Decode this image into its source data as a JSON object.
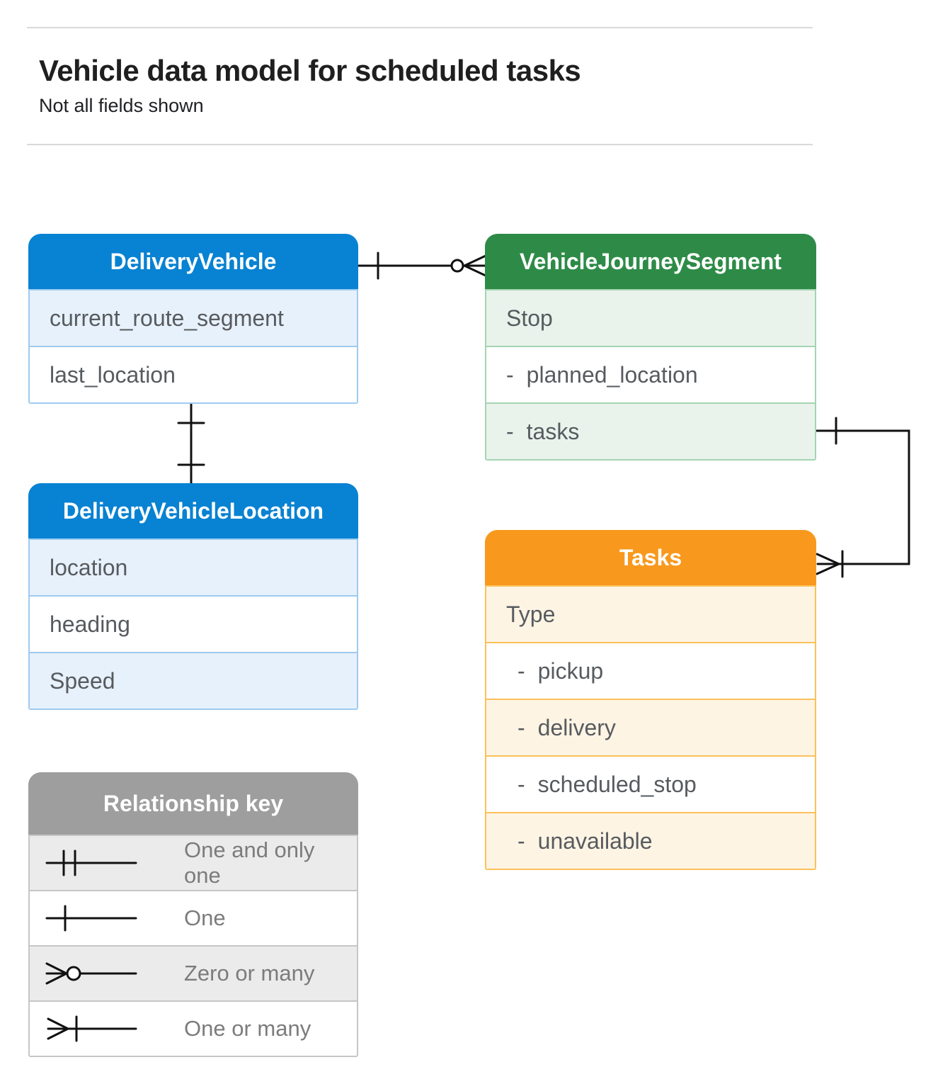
{
  "page": {
    "title": "Vehicle data model for scheduled tasks",
    "subtitle": "Not all fields shown"
  },
  "entities": [
    {
      "title": "DeliveryVehicle",
      "theme_color": "#0882d2",
      "rows": [
        {
          "label": "current_route_segment"
        },
        {
          "label": "last_location"
        }
      ]
    },
    {
      "title": "VehicleJourneySegment",
      "theme_color": "#2e8b47",
      "rows": [
        {
          "label": "Stop"
        },
        {
          "dash": "-",
          "label": "planned_location"
        },
        {
          "dash": "-",
          "label": "tasks"
        }
      ]
    },
    {
      "title": "DeliveryVehicleLocation",
      "theme_color": "#0882d2",
      "rows": [
        {
          "label": "location"
        },
        {
          "label": "heading"
        },
        {
          "label": "Speed"
        }
      ]
    },
    {
      "title": "Tasks",
      "theme_color": "#f8991d",
      "rows": [
        {
          "label": "Type"
        },
        {
          "dash": "-",
          "label": "pickup"
        },
        {
          "dash": "-",
          "label": "delivery"
        },
        {
          "dash": "-",
          "label": "scheduled_stop"
        },
        {
          "dash": "-",
          "label": "unavailable"
        }
      ]
    }
  ],
  "relationships": [
    {
      "from": "DeliveryVehicle",
      "to": "VehicleJourneySegment",
      "from_cardinality": "one",
      "to_cardinality": "zero-or-many"
    },
    {
      "from": "DeliveryVehicle",
      "to": "DeliveryVehicleLocation",
      "from_cardinality": "one",
      "to_cardinality": "one"
    },
    {
      "from": "VehicleJourneySegment.tasks",
      "to": "Tasks",
      "from_cardinality": "one",
      "to_cardinality": "one-or-many"
    }
  ],
  "relationship_key": {
    "title": "Relationship key",
    "items": [
      {
        "symbol": "one-and-only-one",
        "label": "One and only one"
      },
      {
        "symbol": "one",
        "label": "One"
      },
      {
        "symbol": "zero-or-many",
        "label": "Zero or many"
      },
      {
        "symbol": "one-or-many",
        "label": "One or many"
      }
    ]
  },
  "colors": {
    "blue_header": "#0882d2",
    "blue_row_fill": "#e7f1fb",
    "blue_border": "#9ecbf0",
    "green_header": "#2e8b47",
    "green_row_fill": "#e9f3ec",
    "green_border": "#a5d4b2",
    "orange_header": "#f8991d",
    "orange_row_fill": "#fef4e4",
    "orange_border": "#fbc15a",
    "gray_header": "#9e9e9e",
    "gray_row_fill": "#ebebeb",
    "gray_border": "#c6c6c6",
    "connector": "#111111"
  }
}
